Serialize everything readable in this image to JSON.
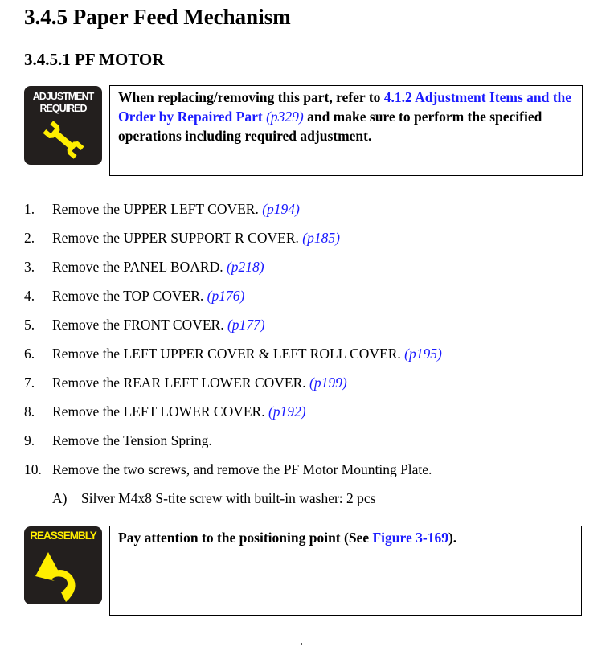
{
  "section_title": "3.4.5  Paper Feed Mechanism",
  "subsection_title": "3.4.5.1  PF MOTOR",
  "adjustment_note": {
    "icon_label_1": "ADJUSTMENT",
    "icon_label_2": "REQUIRED",
    "text_before": "When replacing/removing this part, refer to ",
    "link_text": "4.1.2  Adjustment Items and the Order by Repaired Part",
    "link_page": "(p329)",
    "text_after": " and make sure to perform the specified operations including required adjustment."
  },
  "steps": [
    {
      "num": "1.",
      "text": "Remove the UPPER LEFT COVER. ",
      "page": "(p194)"
    },
    {
      "num": "2.",
      "text": "Remove the UPPER SUPPORT R COVER. ",
      "page": "(p185)"
    },
    {
      "num": "3.",
      "text": "Remove the PANEL BOARD. ",
      "page": "(p218)"
    },
    {
      "num": "4.",
      "text": "Remove the TOP COVER. ",
      "page": "(p176)"
    },
    {
      "num": "5.",
      "text": "Remove the FRONT COVER. ",
      "page": "(p177)"
    },
    {
      "num": "6.",
      "text": "Remove the LEFT UPPER COVER & LEFT ROLL COVER. ",
      "page": "(p195)"
    },
    {
      "num": "7.",
      "text": "Remove the REAR LEFT LOWER COVER. ",
      "page": "(p199)"
    },
    {
      "num": "8.",
      "text": "Remove the LEFT LOWER COVER. ",
      "page": "(p192)"
    },
    {
      "num": "9.",
      "text": "Remove the Tension Spring.",
      "page": ""
    },
    {
      "num": "10.",
      "text": "Remove the two screws, and remove the PF Motor Mounting Plate.",
      "page": ""
    }
  ],
  "substep": {
    "label": "A)",
    "text": "Silver M4x8 S-tite screw with built-in washer: 2 pcs"
  },
  "reassembly_note": {
    "icon_label": "REASSEMBLY",
    "text_before": "Pay attention to the positioning point (See ",
    "link_text": "Figure 3-169",
    "text_after": ")."
  },
  "colors": {
    "link": "#1a1aff",
    "icon_bg": "#231f1e",
    "icon_yellow": "#ffee00"
  }
}
